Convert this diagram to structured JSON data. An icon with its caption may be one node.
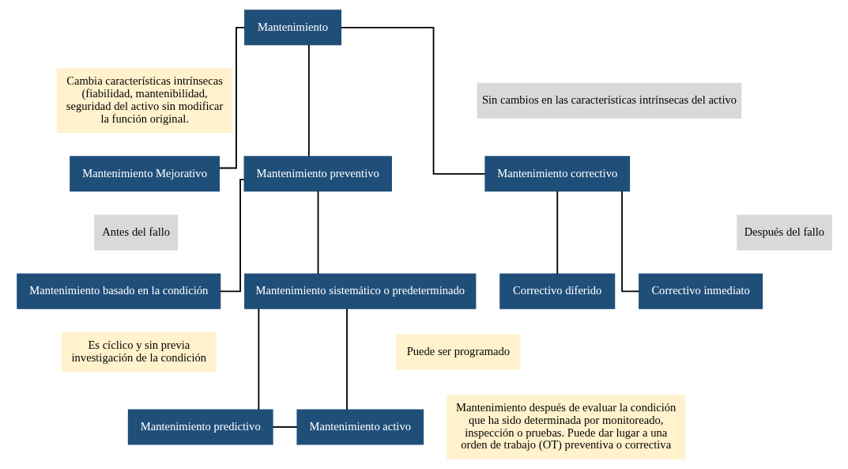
{
  "diagram": {
    "nodes": [
      {
        "text": [
          "Mantenimiento"
        ]
      },
      {
        "text": [
          "Cambia características intrínsecas (fiabilidad, mantenibilidad, seguridad del activo sin modificar la función original."
        ]
      },
      {
        "text": [
          "Sin cambios en las características intrínsecas del activo"
        ]
      },
      {
        "text": [
          "Mantenimiento preventivo"
        ]
      },
      {
        "text": [
          "Mantenimiento correctivo"
        ]
      },
      {
        "text": [
          "Mantenimiento Mejorativo"
        ]
      },
      {
        "text": [
          "Antes del fallo"
        ]
      },
      {
        "text": [
          "Después del fallo"
        ]
      },
      {
        "text": [
          "Mantenimiento basado en la condición"
        ]
      },
      {
        "text": [
          "Mantenimiento sistemático o predeterminado"
        ]
      },
      {
        "text": [
          "Correctivo diferido"
        ]
      },
      {
        "text": [
          "Correctivo inmediato"
        ]
      },
      {
        "text": [
          "Puede ser programado"
        ]
      },
      {
        "text": [
          "Es cíclico y sin previa investigación de la condición"
        ]
      },
      {
        "text": [
          "Mantenimiento predictivo"
        ]
      },
      {
        "text": [
          "Mantenimiento activo"
        ]
      },
      {
        "text": [
          "Mantenimiento después de evaluar la condición que ha sido determinada por monitoreado, inspección o pruebas. Puede dar lugar a una orden de trabajo (OT) preventiva o correctiva"
        ]
      }
    ],
    "edges": [
      {
        "from": 0,
        "to": 5,
        "arrow": "none"
      },
      {
        "from": 0,
        "to": 3,
        "arrow": "none"
      },
      {
        "from": 0,
        "to": 4,
        "arrow": "none"
      },
      {
        "from": 3,
        "to": 8,
        "arrow": "none"
      },
      {
        "from": 3,
        "to": 9,
        "arrow": "none"
      },
      {
        "from": 4,
        "to": 10,
        "arrow": "none"
      },
      {
        "from": 4,
        "to": 11,
        "arrow": "none"
      },
      {
        "from": 9,
        "to": 14,
        "arrow": "none"
      },
      {
        "from": 9,
        "to": 15,
        "arrow": "none"
      },
      {
        "from": 14,
        "to": 15,
        "arrow": "none"
      }
    ]
  }
}
